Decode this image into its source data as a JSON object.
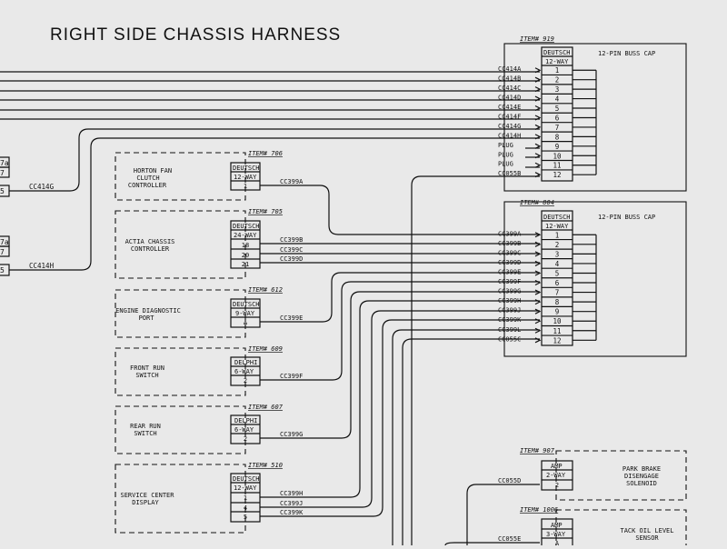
{
  "title": "RIGHT SIDE CHASSIS HARNESS",
  "left_edge_labels": [
    "7a",
    "7",
    "5",
    "7a",
    "7",
    "5"
  ],
  "left_wires": [
    "CC414G",
    "CC414H"
  ],
  "busscaps": [
    {
      "item": "ITEM# 919",
      "type": "DEUTSCH",
      "ways": "12-WAY",
      "label": "12-PIN BUSS CAP",
      "pins": [
        "1",
        "2",
        "3",
        "4",
        "5",
        "6",
        "7",
        "8",
        "9",
        "10",
        "11",
        "12"
      ],
      "wires": [
        "CC414A",
        "CC414B",
        "CC414C",
        "CC414D",
        "CC414E",
        "CC414F",
        "CC414G",
        "CC414H",
        "PLUG",
        "PLUG",
        "PLUG",
        "CC055B"
      ]
    },
    {
      "item": "ITEM# 804",
      "type": "DEUTSCH",
      "ways": "12-WAY",
      "label": "12-PIN BUSS CAP",
      "pins": [
        "1",
        "2",
        "3",
        "4",
        "5",
        "6",
        "7",
        "8",
        "9",
        "10",
        "11",
        "12"
      ],
      "wires": [
        "CC399A",
        "CC399B",
        "CC399C",
        "CC399D",
        "CC399E",
        "CC399F",
        "CC399G",
        "CC399H",
        "CC399J",
        "CC399K",
        "CC399L",
        "CC055C"
      ]
    }
  ],
  "components": [
    {
      "item": "ITEM# 706",
      "type": "DEUTSCH",
      "ways": "12-WAY",
      "pins": [
        "1"
      ],
      "name": [
        "HORTON FAN",
        "CLUTCH",
        "CONTROLLER"
      ],
      "wires": [
        "CC399A"
      ]
    },
    {
      "item": "ITEM# 705",
      "type": "DEUTSCH",
      "ways": "24-WAY",
      "pins": [
        "18",
        "20",
        "21"
      ],
      "name": [
        "ACTIA CHASSIS",
        "CONTROLLER"
      ],
      "wires": [
        "CC399B",
        "CC399C",
        "CC399D"
      ]
    },
    {
      "item": "ITEM# 612",
      "type": "DEUTSCH",
      "ways": "9-WAY",
      "pins": [
        "A"
      ],
      "name": [
        "ENGINE DIAGNOSTIC",
        "PORT"
      ],
      "wires": [
        "CC399E"
      ]
    },
    {
      "item": "ITEM# 609",
      "type": "DELPHI",
      "ways": "6-WAY",
      "pins": [
        "2"
      ],
      "name": [
        "FRONT RUN",
        "SWITCH"
      ],
      "wires": [
        "CC399F"
      ]
    },
    {
      "item": "ITEM# 607",
      "type": "DELPHI",
      "ways": "6-WAY",
      "pins": [
        "2"
      ],
      "name": [
        "REAR RUN",
        "SWITCH"
      ],
      "wires": [
        "CC399G"
      ]
    },
    {
      "item": "ITEM# 510",
      "type": "DEUTSCH",
      "ways": "12-WAY",
      "pins": [
        "1",
        "4",
        "5"
      ],
      "name": [
        "SERVICE CENTER",
        "DISPLAY"
      ],
      "wires": [
        "CC399H",
        "CC399J",
        "CC399K"
      ]
    }
  ],
  "right_components": [
    {
      "item": "ITEM# 907",
      "type": "AMP",
      "ways": "2-WAY",
      "pins": [
        "2"
      ],
      "name": [
        "PARK BRAKE",
        "DISENGAGE",
        "SOLENOID"
      ],
      "wire": "CC055D"
    },
    {
      "item": "ITEM# 1006",
      "type": "AMP",
      "ways": "3-WAY",
      "pins": [
        "A"
      ],
      "name": [
        "TACK OIL LEVEL",
        "SENSOR"
      ],
      "wire": "CC055E"
    }
  ]
}
